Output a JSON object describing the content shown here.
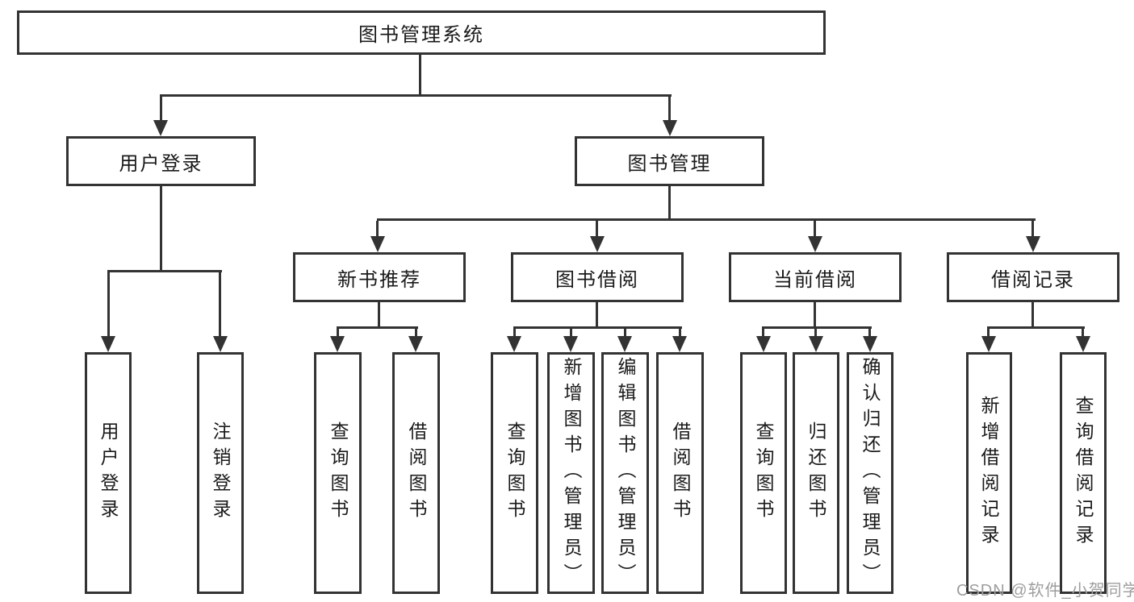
{
  "diagram": {
    "root": "图书管理系统",
    "level2": {
      "login": "用户登录",
      "manage": "图书管理"
    },
    "level3": {
      "newbook": "新书推荐",
      "borrow": "图书借阅",
      "current": "当前借阅",
      "records": "借阅记录"
    },
    "leaves": {
      "login": [
        "用户登录",
        "注销登录"
      ],
      "newbook": [
        "查询图书",
        "借阅图书"
      ],
      "borrow": [
        "查询图书",
        "新增图书（管理员）",
        "编辑图书（管理员）",
        "借阅图书"
      ],
      "current": [
        "查询图书",
        "归还图书",
        "确认归还（管理员）"
      ],
      "records": [
        "新增借阅记录",
        "查询借阅记录"
      ]
    }
  },
  "watermark": "CSDN @软件_小贺同学",
  "colors": {
    "line": "#333333",
    "text": "#1a1a1a",
    "background": "#ffffff",
    "watermark": "#9e9e9e"
  }
}
